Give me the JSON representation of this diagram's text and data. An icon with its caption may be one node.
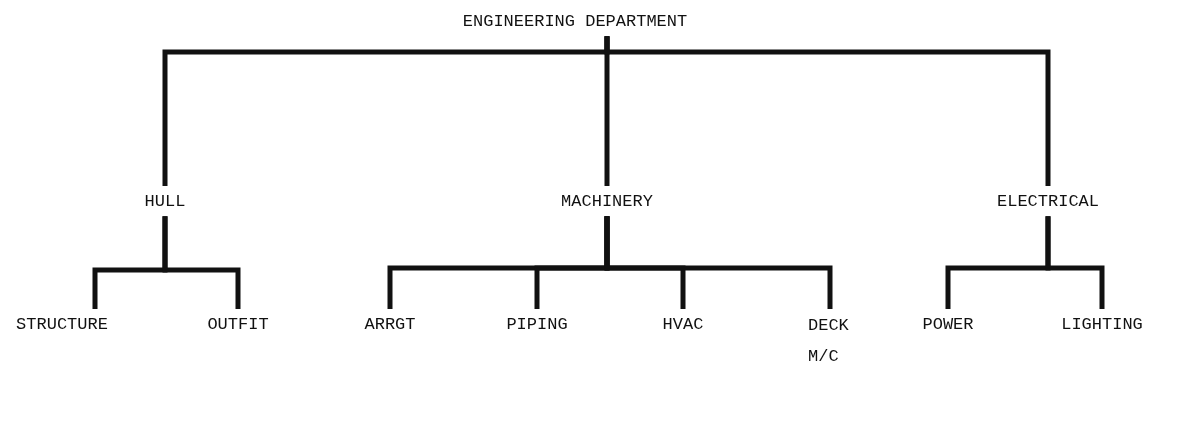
{
  "diagram": {
    "nodes": [
      {
        "text": [
          "ENGINEERING DEPARTMENT"
        ]
      },
      {
        "text": [
          "HULL"
        ]
      },
      {
        "text": [
          "MACHINERY"
        ]
      },
      {
        "text": [
          "ELECTRICAL"
        ]
      },
      {
        "text": [
          "STRUCTURE"
        ]
      },
      {
        "text": [
          "OUTFIT"
        ]
      },
      {
        "text": [
          "ARRGT"
        ]
      },
      {
        "text": [
          "PIPING"
        ]
      },
      {
        "text": [
          "HVAC"
        ]
      },
      {
        "text": [
          "DECK M/C"
        ]
      },
      {
        "text": [
          "POWER"
        ]
      },
      {
        "text": [
          "LIGHTING"
        ]
      }
    ],
    "edges": [
      {
        "from": 0,
        "to": 1,
        "arrow": "none"
      },
      {
        "from": 0,
        "to": 2,
        "arrow": "none"
      },
      {
        "from": 0,
        "to": 3,
        "arrow": "none"
      },
      {
        "from": 1,
        "to": 4,
        "arrow": "none"
      },
      {
        "from": 1,
        "to": 5,
        "arrow": "none"
      },
      {
        "from": 2,
        "to": 6,
        "arrow": "none"
      },
      {
        "from": 2,
        "to": 7,
        "arrow": "none"
      },
      {
        "from": 2,
        "to": 8,
        "arrow": "none"
      },
      {
        "from": 2,
        "to": 9,
        "arrow": "none"
      },
      {
        "from": 3,
        "to": 10,
        "arrow": "none"
      },
      {
        "from": 3,
        "to": 11,
        "arrow": "none"
      }
    ]
  }
}
